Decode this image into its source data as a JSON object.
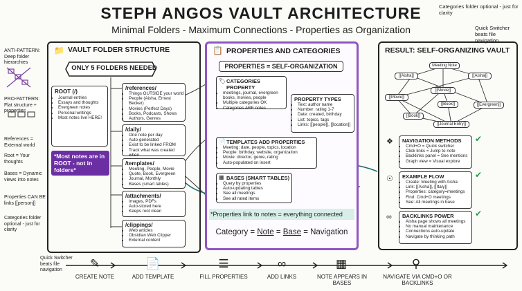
{
  "title": "STEPH ANGOS VAULT ARCHITECTURE",
  "subtitle": "Minimal Folders - Maximum Connections - Properties as Organization",
  "top_right": {
    "note": "Categories folder optional - just for clarity",
    "quick": "Quick Switcher beats file navigation"
  },
  "left_notes": [
    "ANTI-PATTERN: Deep folder hierarchies",
    "PRO-PATTERN: Flat structure + properties",
    "References = External world",
    "Root = Your thoughts",
    "Bases = Dynamic views into notes",
    "Properties CAN BE links [[person]]",
    "Categories folder optional - just for clarity"
  ],
  "bottom_left_note": "Quick Switcher beats file navigation",
  "folder_panel": {
    "title": "VAULT FOLDER STRUCTURE",
    "banner": "ONLY 5 FOLDERS NEEDED",
    "root": {
      "name": "ROOT (/)",
      "items": [
        "Journal entries",
        "Essays and thoughts",
        "Evergreen notes",
        "Personal writings",
        "Most notes live HERE!"
      ]
    },
    "callout": "*Most notes are in ROOT - not in folders*",
    "folders": [
      {
        "name": "/references/",
        "items": [
          "Things OUTSIDE your world",
          "People (Aisha, Ernest Becker)",
          "Movies (Perfect Days)",
          "Books, Podcasts, Shows",
          "Authors, Genres"
        ]
      },
      {
        "name": "/daily/",
        "items": [
          "One note per day",
          "Auto-generated",
          "Exist to be linked FROM",
          "Track what was created when"
        ]
      },
      {
        "name": "/templates/",
        "items": [
          "Meeting, People, Movie",
          "Quote, Book, Evergreen",
          "Journal, Monthly",
          "Bases (smart tables)"
        ]
      },
      {
        "name": "/attachments/",
        "items": [
          "Images, PDFs",
          "Auto-stored here",
          "Keeps root clean"
        ]
      },
      {
        "name": "/clippings/",
        "items": [
          "Web articles",
          "Obsidian Web Clipper",
          "External content"
        ]
      }
    ]
  },
  "props_panel": {
    "title": "PROPERTIES AND CATEGORIES",
    "banner": "PROPERTIES = SELF-ORGANIZATION",
    "categories": {
      "title": "CATEGORIES PROPERTY",
      "items": [
        "meetings, journal, evergreen books, movies, people",
        "Multiple categories OK",
        "Categories ARE notes"
      ]
    },
    "types": {
      "title": "PROPERTY TYPES",
      "items": [
        "Text: author name",
        "Number: rating 1-7",
        "Date: created, birthday",
        "List: topics, tags",
        "Links: [[people]], [[location]]"
      ]
    },
    "templates": {
      "title": "TEMPLATES ADD PROPERTIES",
      "items": [
        "Meeting: date, people, topics, location",
        "People: birthday, website, organization",
        "Movie: director, genre, rating",
        "Auto-populated on insert"
      ]
    },
    "bases": {
      "title": "BASES (SMART TABLES)",
      "items": [
        "Query by properties",
        "Auto-updating tables",
        "See all meetings",
        "See all rated items"
      ]
    },
    "link_banner": "*Properties link to notes = everything connected",
    "equation": [
      "Category",
      "=",
      "Note",
      "=",
      "Base",
      "=",
      "Navigation"
    ]
  },
  "result_panel": {
    "title": "RESULT: SELF-ORGANIZING VAULT",
    "graph_nodes": [
      "Meeting Note",
      "[[Aisha]]",
      "[[Aisha]]",
      "[[Movie]]",
      "[[Movie]]",
      "[[Book]]",
      "[[Evergreen]]",
      "[[Book]]",
      "[[Journal Entry]]"
    ],
    "nav": {
      "title": "NAVIGATION METHODS",
      "items": [
        "Cmd+O = Quick switcher",
        "Click links = Jump to note",
        "Backlinks panel = See mentions",
        "Graph view = Visual explore"
      ]
    },
    "example": {
      "title": "EXAMPLE FLOW",
      "items": [
        "Create: Meeting with Aisha",
        "Link: [[Aisha]], [[Italy]]",
        "Properties: category=meetings",
        "Find: Cmd+O meetings",
        "See: All meetings in base"
      ]
    },
    "backlinks": {
      "title": "BACKLINKS POWER",
      "items": [
        "Aisha page shows all meetings",
        "No manual maintenance",
        "Connections auto-update",
        "Navigate by thinking path"
      ]
    }
  },
  "flow": [
    "CREATE NOTE",
    "ADD TEMPLATE",
    "FILL PROPERTIES",
    "ADD LINKS",
    "NOTE APPEARS IN BASES",
    "NAVIGATE VIA CMD+O OR BACKLINKS"
  ],
  "flow_icons": [
    "pencil-icon",
    "template-icon",
    "checklist-icon",
    "link-icon",
    "table-icon",
    "search-icon"
  ]
}
